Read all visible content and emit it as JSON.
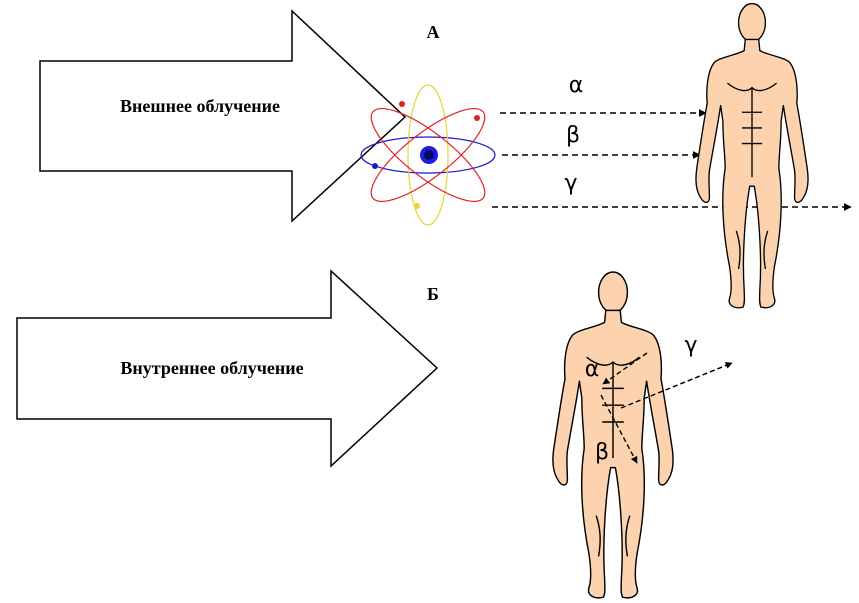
{
  "panels": {
    "external": {
      "letter": "А",
      "arrow_label": "Внешнее облучение",
      "rays": {
        "alpha": "α",
        "beta": "β",
        "gamma": "γ"
      }
    },
    "internal": {
      "letter": "Б",
      "arrow_label": "Внутреннее облучение",
      "rays": {
        "alpha": "α",
        "beta": "β",
        "gamma": "γ"
      }
    }
  },
  "colors": {
    "skin": "#fcd3ae",
    "outline": "#000000",
    "nucleus_outer": "#1d1de0",
    "nucleus_inner": "#0a0a60",
    "orbit_red": "#e02020",
    "orbit_blue": "#1a1ad0",
    "orbit_yellow": "#e6d43a"
  },
  "icons": {
    "atom": "atom-icon",
    "human": "human-silhouette-icon"
  }
}
